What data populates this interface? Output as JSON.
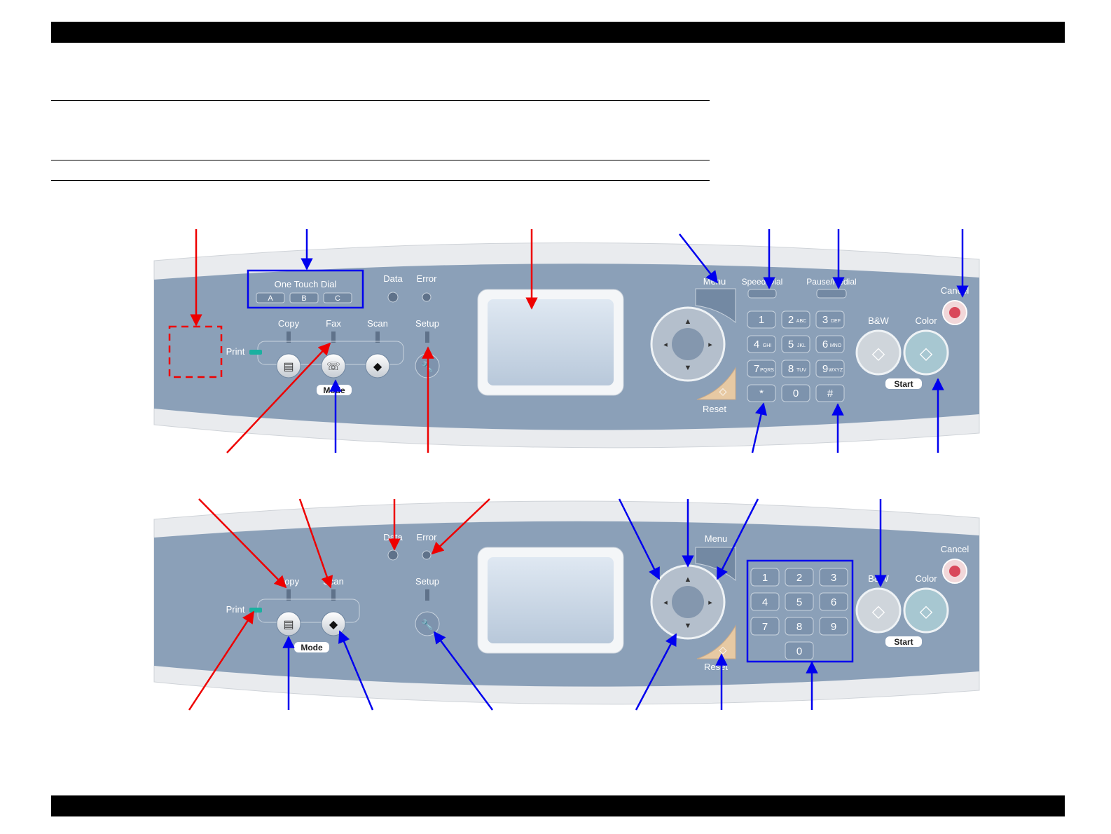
{
  "panel_top": {
    "one_touch_dial": "One Touch Dial",
    "dial_a": "A",
    "dial_b": "B",
    "dial_c": "C",
    "data": "Data",
    "error": "Error",
    "copy": "Copy",
    "fax": "Fax",
    "scan": "Scan",
    "setup": "Setup",
    "print": "Print",
    "mode": "Mode",
    "menu": "Menu",
    "speed_dial": "Speed Dial",
    "pause_redial": "Pause/Redial",
    "cancel": "Cancel",
    "bw": "B&W",
    "color": "Color",
    "start": "Start",
    "reset": "Reset",
    "keys": [
      {
        "d": "1",
        "l": ""
      },
      {
        "d": "2",
        "l": "ABC"
      },
      {
        "d": "3",
        "l": "DEF"
      },
      {
        "d": "4",
        "l": "GHI"
      },
      {
        "d": "5",
        "l": "JKL"
      },
      {
        "d": "6",
        "l": "MNO"
      },
      {
        "d": "7",
        "l": "PQRS"
      },
      {
        "d": "8",
        "l": "TUV"
      },
      {
        "d": "9",
        "l": "WXYZ"
      },
      {
        "d": "*",
        "l": ""
      },
      {
        "d": "0",
        "l": ""
      },
      {
        "d": "#",
        "l": ""
      }
    ]
  },
  "panel_bottom": {
    "data": "Data",
    "error": "Error",
    "copy": "Copy",
    "scan": "Scan",
    "setup": "Setup",
    "print": "Print",
    "mode": "Mode",
    "menu": "Menu",
    "cancel": "Cancel",
    "bw": "B&W",
    "color": "Color",
    "start": "Start",
    "reset": "Reset",
    "keys": [
      "1",
      "2",
      "3",
      "4",
      "5",
      "6",
      "7",
      "8",
      "9",
      "0"
    ]
  },
  "colors": {
    "panel": "#8a9fb7",
    "panel_dark": "#6f86a0",
    "frame": "#e4e6e9",
    "arrow_red": "#ee0000",
    "arrow_blue": "#0000ee",
    "lcd": "#c9d7e6",
    "key": "#7d93ad",
    "led_green": "#1bb0a0",
    "cancel_red": "#d9485a"
  }
}
